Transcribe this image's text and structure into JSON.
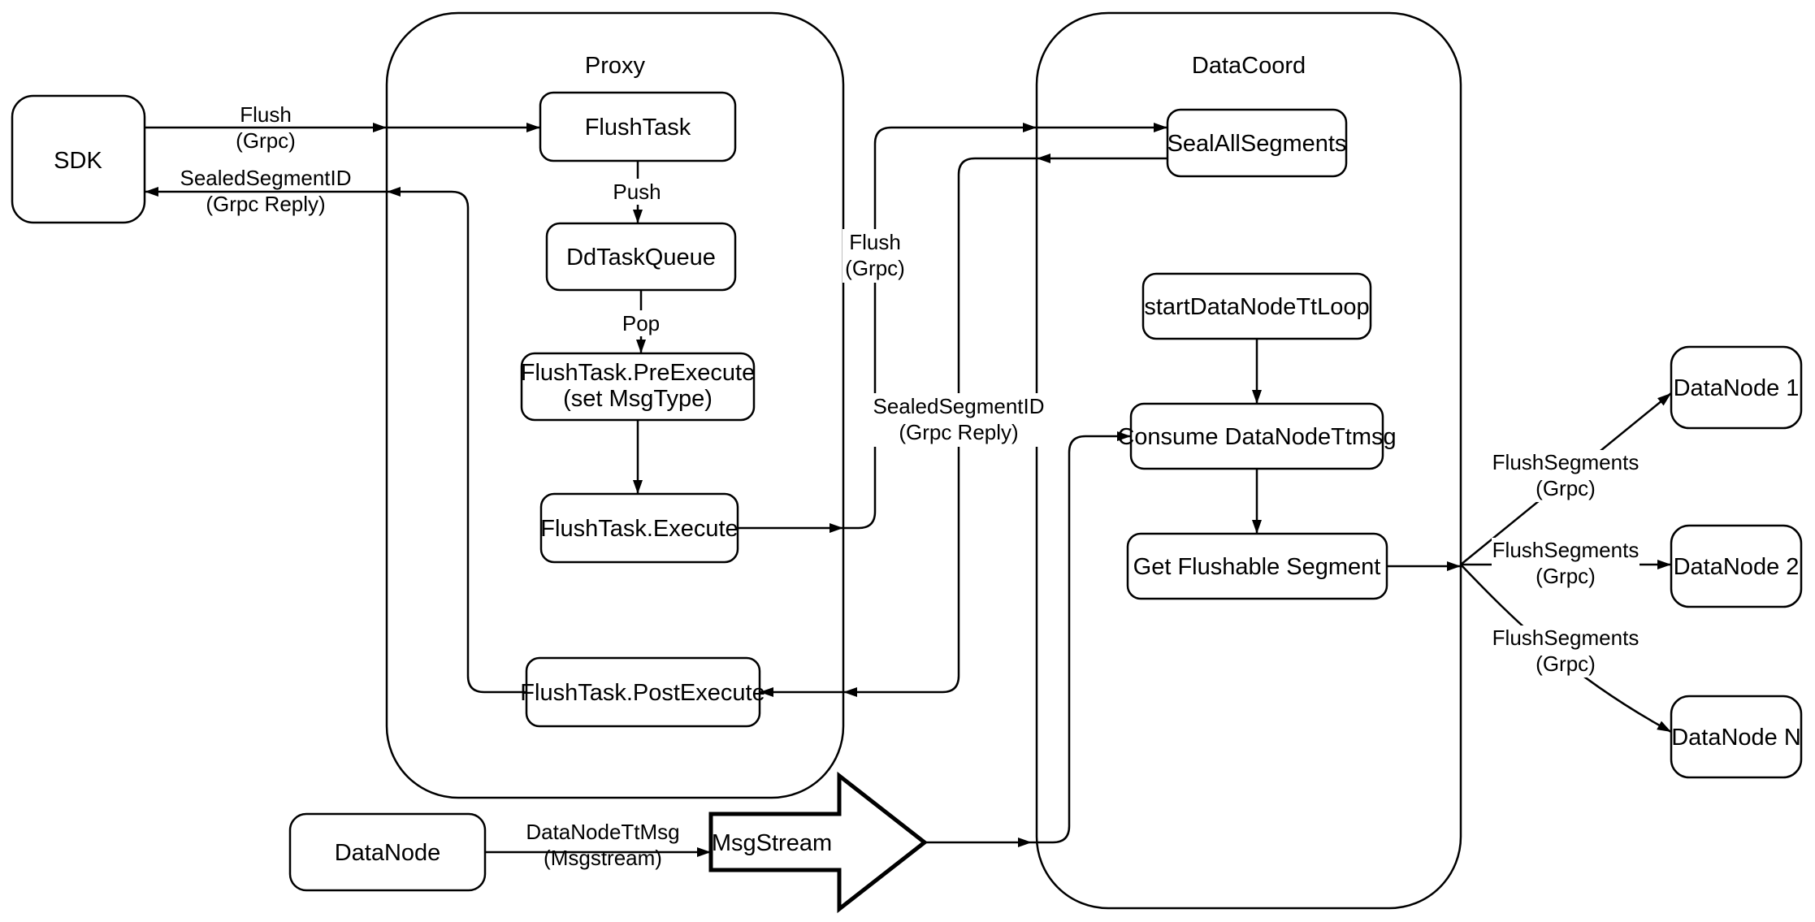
{
  "diagram": {
    "colors": {
      "stroke": "#000000",
      "background": "#ffffff",
      "fill": "#ffffff"
    },
    "containers": {
      "proxy": {
        "label": "Proxy"
      },
      "data_coord": {
        "label": "DataCoord"
      }
    },
    "nodes": {
      "sdk": {
        "label": "SDK"
      },
      "flush_task": {
        "label": "FlushTask"
      },
      "dd_task_queue": {
        "label": "DdTaskQueue"
      },
      "pre_execute": {
        "line1": "FlushTask.PreExecute",
        "line2": "(set MsgType)"
      },
      "execute": {
        "label": "FlushTask.Execute"
      },
      "post_execute": {
        "label": "FlushTask.PostExecute"
      },
      "seal_all_segments": {
        "label": "SealAllSegments"
      },
      "start_data_node_tt_loop": {
        "label": "startDataNodeTtLoop"
      },
      "consume_data_node_ttmsg": {
        "label": "Consume DataNodeTtmsg"
      },
      "get_flushable_segment": {
        "label": "Get Flushable Segment"
      },
      "data_node_1": {
        "label": "DataNode 1"
      },
      "data_node_2": {
        "label": "DataNode 2"
      },
      "data_node_n": {
        "label": "DataNode N"
      },
      "data_node": {
        "label": "DataNode"
      },
      "msg_stream": {
        "label": "MsgStream"
      }
    },
    "edge_labels": {
      "flush_sdk": {
        "line1": "Flush",
        "line2": "(Grpc)"
      },
      "sealed_sdk": {
        "line1": "SealedSegmentID",
        "line2": "(Grpc Reply)"
      },
      "push": {
        "label": "Push"
      },
      "pop": {
        "label": "Pop"
      },
      "flush_mid": {
        "line1": "Flush",
        "line2": "(Grpc)"
      },
      "sealed_mid": {
        "line1": "SealedSegmentID",
        "line2": "(Grpc Reply)"
      },
      "flush_segments_1": {
        "line1": "FlushSegments",
        "line2": "(Grpc)"
      },
      "flush_segments_2": {
        "line1": "FlushSegments",
        "line2": "(Grpc)"
      },
      "flush_segments_3": {
        "line1": "FlushSegments",
        "line2": "(Grpc)"
      },
      "data_node_tt_msg": {
        "line1": "DataNodeTtMsg",
        "line2": "(Msgstream)"
      }
    }
  }
}
